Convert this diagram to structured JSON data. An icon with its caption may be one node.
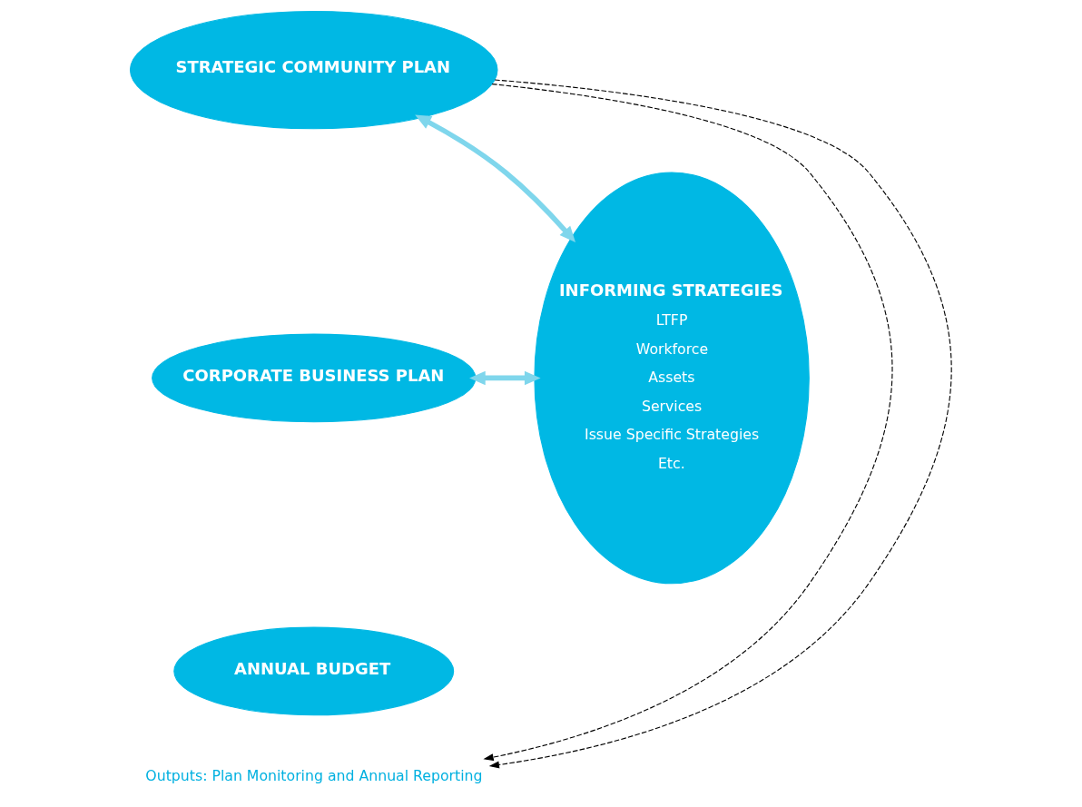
{
  "diagram": {
    "nodes": [
      {
        "text": [
          "STRATEGIC COMMUNITY PLAN"
        ]
      },
      {
        "text": [
          "CORPORATE BUSINESS PLAN"
        ]
      },
      {
        "text": [
          "ANNUAL BUDGET"
        ]
      },
      {
        "text": [
          "INFORMING STRATEGIES",
          "LTFP",
          "Workforce",
          "Assets",
          "Services",
          "Issue Specific Strategies",
          "Etc."
        ]
      },
      {
        "text": [
          "Outputs: Plan Monitoring and Annual Reporting"
        ]
      }
    ],
    "edges": [
      {
        "from": 0,
        "to": 3,
        "arrow": "both",
        "style": "thick",
        "color": "#7fd6ec"
      },
      {
        "from": 1,
        "to": 3,
        "arrow": "both",
        "style": "thick",
        "color": "#7fd6ec"
      },
      {
        "from": 0,
        "to": 4,
        "arrow": "to",
        "style": "dashed",
        "color": "#000000"
      },
      {
        "from": 0,
        "to": 4,
        "arrow": "to",
        "style": "dashed",
        "color": "#000000"
      }
    ]
  }
}
